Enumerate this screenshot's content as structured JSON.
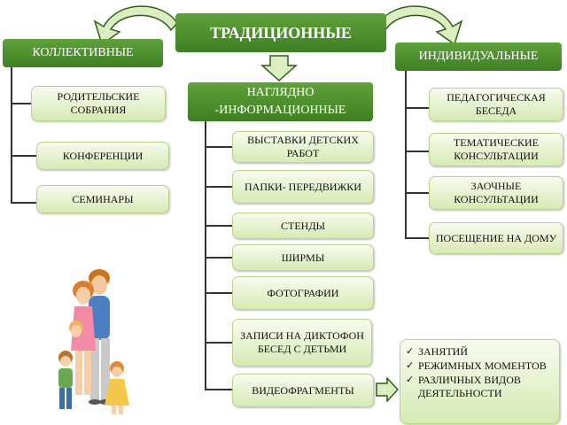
{
  "title": "ТРАДИЦИОННЫЕ",
  "groups": {
    "collective": {
      "header": "КОЛЛЕКТИВНЫЕ",
      "items": [
        "РОДИТЕЛЬСКИЕ СОБРАНИЯ",
        "КОНФЕРЕНЦИИ",
        "СЕМИНАРЫ"
      ]
    },
    "visual": {
      "header": "НАГЛЯДНО -ИНФОРМАЦИОННЫЕ",
      "items": [
        "ВЫСТАВКИ ДЕТСКИХ РАБОТ",
        "ПАПКИ- ПЕРЕДВИЖКИ",
        "СТЕНДЫ",
        "ШИРМЫ",
        "ФОТОГРАФИИ",
        "ЗАПИСИ НА ДИКТОФОН БЕСЕД С ДЕТЬМИ",
        "ВИДЕОФРАГМЕНТЫ"
      ]
    },
    "individual": {
      "header": "ИНДИВИДУАЛЬНЫЕ",
      "items": [
        "ПЕДАГОГИЧЕСКАЯ БЕСЕДА",
        "ТЕМАТИЧЕСКИЕ КОНСУЛЬТАЦИИ",
        "ЗАОЧНЫЕ КОНСУЛЬТАЦИИ",
        "ПОСЕЩЕНИЕ НА ДОМУ"
      ]
    }
  },
  "video_topics": [
    "ЗАНЯТИЙ",
    "РЕЖИМНЫХ МОМЕНТОВ",
    "РАЗЛИЧНЫХ ВИДОВ ДЕЯТЕЛЬНОСТИ"
  ],
  "colors": {
    "header_green": "#4a8c2a",
    "box_fill": "#e6f2cf",
    "box_border": "#b9d38e",
    "arrow_fill": "#dceec1",
    "arrow_stroke": "#2e5e18"
  },
  "icons": [
    "curved-arrow-left-icon",
    "curved-arrow-right-icon",
    "down-arrow-icon",
    "right-arrow-icon",
    "checkmark-icon",
    "family-illustration"
  ]
}
